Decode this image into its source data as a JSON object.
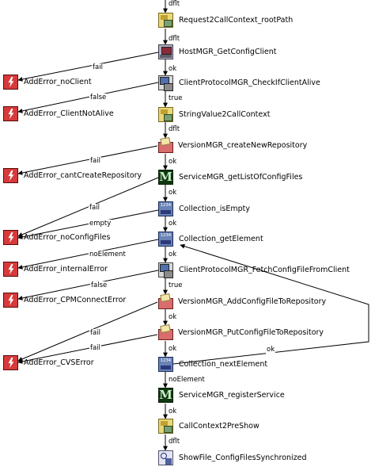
{
  "nodes": [
    {
      "id": "rc",
      "icon": "call-context-icon",
      "label": "Request2CallContext_rootPath"
    },
    {
      "id": "host",
      "icon": "host-computer-icon",
      "label": "HostMGR_GetConfigClient"
    },
    {
      "id": "cpchk",
      "icon": "client-computer-icon",
      "label": "ClientProtocolMGR_CheckIfClientAlive"
    },
    {
      "id": "sv",
      "icon": "call-context-icon",
      "label": "StringValue2CallContext"
    },
    {
      "id": "vcreate",
      "icon": "repository-folder-icon",
      "label": "VersionMGR_createNewRepository"
    },
    {
      "id": "slist",
      "icon": "service-m-icon",
      "label": "ServiceMGR_getListOfConfigFiles"
    },
    {
      "id": "cempty",
      "icon": "collection-icon",
      "label": "Collection_isEmpty"
    },
    {
      "id": "cget",
      "icon": "collection-icon",
      "label": "Collection_getElement"
    },
    {
      "id": "cpfetch",
      "icon": "client-computer-icon",
      "label": "ClientProtocolMGR_FetchConfigFileFromClient"
    },
    {
      "id": "vadd",
      "icon": "repository-folder-icon",
      "label": "VersionMGR_AddConfigFileToRepository"
    },
    {
      "id": "vput",
      "icon": "repository-folder-icon",
      "label": "VersionMGR_PutConfigFileToRepository"
    },
    {
      "id": "cnext",
      "icon": "collection-icon",
      "label": "Collection_nextElement"
    },
    {
      "id": "sreg",
      "icon": "service-m-icon",
      "label": "ServiceMGR_registerService"
    },
    {
      "id": "cc2ps",
      "icon": "call-context-icon",
      "label": "CallContext2PreShow"
    },
    {
      "id": "show",
      "icon": "show-file-icon",
      "label": "ShowFile_ConfigFilesSynchronized"
    },
    {
      "id": "e1",
      "icon": "error-icon",
      "label": "AddError_noClient"
    },
    {
      "id": "e2",
      "icon": "error-icon",
      "label": "AddError_ClientNotAlive"
    },
    {
      "id": "e3",
      "icon": "error-icon",
      "label": "AddError_cantCreateRepository"
    },
    {
      "id": "e4",
      "icon": "error-icon",
      "label": "AddError_noConfigFiles"
    },
    {
      "id": "e5",
      "icon": "error-icon",
      "label": "AddError_internalError"
    },
    {
      "id": "e6",
      "icon": "error-icon",
      "label": "AddError_CPMConnectError"
    },
    {
      "id": "e7",
      "icon": "error-icon",
      "label": "AddError_CVSError"
    }
  ],
  "edges": [
    {
      "from": "top",
      "to": "rc",
      "label": "dflt"
    },
    {
      "from": "rc",
      "to": "host",
      "label": "dflt"
    },
    {
      "from": "host",
      "to": "cpchk",
      "label": "ok"
    },
    {
      "from": "host",
      "to": "e1",
      "label": "fail"
    },
    {
      "from": "cpchk",
      "to": "sv",
      "label": "true"
    },
    {
      "from": "cpchk",
      "to": "e2",
      "label": "false"
    },
    {
      "from": "sv",
      "to": "vcreate",
      "label": "dflt"
    },
    {
      "from": "vcreate",
      "to": "slist",
      "label": "ok"
    },
    {
      "from": "vcreate",
      "to": "e3",
      "label": "fail"
    },
    {
      "from": "slist",
      "to": "cempty",
      "label": "ok"
    },
    {
      "from": "slist",
      "to": "e4",
      "label": "fail"
    },
    {
      "from": "cempty",
      "to": "cget",
      "label": "ok"
    },
    {
      "from": "cempty",
      "to": "e4",
      "label": "empty"
    },
    {
      "from": "cget",
      "to": "cpfetch",
      "label": "ok"
    },
    {
      "from": "cget",
      "to": "e5",
      "label": "noElement"
    },
    {
      "from": "cpfetch",
      "to": "vadd",
      "label": "true"
    },
    {
      "from": "cpfetch",
      "to": "e6",
      "label": "false"
    },
    {
      "from": "vadd",
      "to": "vput",
      "label": "ok"
    },
    {
      "from": "vadd",
      "to": "e7",
      "label": "fail"
    },
    {
      "from": "vput",
      "to": "cnext",
      "label": "ok"
    },
    {
      "from": "vput",
      "to": "e7",
      "label": "fail"
    },
    {
      "from": "cnext",
      "to": "cget",
      "label": "ok"
    },
    {
      "from": "cnext",
      "to": "sreg",
      "label": "noElement"
    },
    {
      "from": "sreg",
      "to": "cc2ps",
      "label": "ok"
    },
    {
      "from": "cc2ps",
      "to": "show",
      "label": "dflt"
    }
  ]
}
